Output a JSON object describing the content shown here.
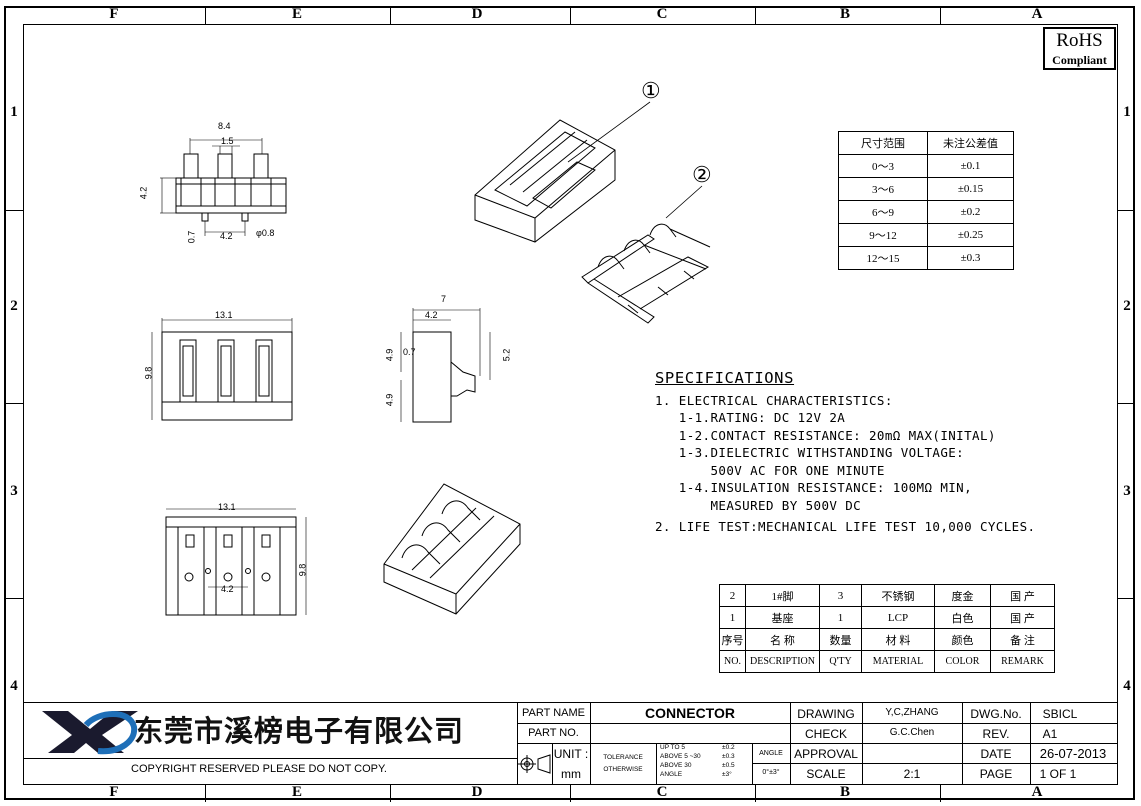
{
  "zones_top": [
    "F",
    "E",
    "D",
    "C",
    "B",
    "A"
  ],
  "zones_bottom": [
    "F",
    "E",
    "D",
    "C",
    "B",
    "A"
  ],
  "zones_left": [
    "1",
    "2",
    "3",
    "4"
  ],
  "zones_right": [
    "1",
    "2",
    "3",
    "4"
  ],
  "rohs": {
    "line1": "RoHS",
    "line2": "Compliant"
  },
  "callouts": {
    "c1": "①",
    "c2": "②"
  },
  "tolerance_table": {
    "headers": [
      "尺寸范围",
      "未注公差值"
    ],
    "rows": [
      [
        "0～3",
        "±0.1"
      ],
      [
        "3～6",
        "±0.15"
      ],
      [
        "6～9",
        "±0.2"
      ],
      [
        "9～12",
        "±0.25"
      ],
      [
        "12～15",
        "±0.3"
      ]
    ]
  },
  "dimensions": {
    "top_w": "8.4",
    "top_pitch": "1.5",
    "top_h": "4.2",
    "top_07": "0.7",
    "top_42": "4.2",
    "top_pin": "φ0.8",
    "front_w": "13.1",
    "front_h": "9.8",
    "side_7": "7",
    "side_42": "4.2",
    "side_49a": "4.9",
    "side_07": "0.7",
    "side_52": "5.2",
    "side_49b": "4.9",
    "bot_w": "13.1",
    "bot_h": "9.8",
    "bot_42": "4.2"
  },
  "specifications": {
    "title": "SPECIFICATIONS",
    "lines": [
      "1. ELECTRICAL CHARACTERISTICS:",
      "   1-1.RATING: DC 12V 2A",
      "   1-2.CONTACT RESISTANCE: 20mΩ MAX(INITAL)",
      "   1-3.DIELECTRIC WITHSTANDING VOLTAGE:",
      "       500V AC FOR ONE MINUTE",
      "   1-4.INSULATION RESISTANCE: 100MΩ MIN,",
      "       MEASURED BY 500V DC",
      "",
      "2. LIFE TEST:MECHANICAL LIFE TEST 10,000 CYCLES."
    ]
  },
  "bom": {
    "rows": [
      [
        "2",
        "1#脚",
        "3",
        "不锈钢",
        "度金",
        "国  产"
      ],
      [
        "1",
        "基座",
        "1",
        "LCP",
        "白色",
        "国  产"
      ],
      [
        "序号",
        "名  称",
        "数量",
        "材  料",
        "颜色",
        "备  注"
      ],
      [
        "NO.",
        "DESCRIPTION",
        "Q'TY",
        "MATERIAL",
        "COLOR",
        "REMARK"
      ]
    ]
  },
  "title_block": {
    "company": "东莞市溪榜电子有限公司",
    "copyright": "COPYRIGHT RESERVED PLEASE DO NOT COPY.",
    "part_name_label": "PART NAME",
    "part_name": "CONNECTOR",
    "part_no_label": "PART NO.",
    "unit_label": "UNIT :",
    "unit": "mm",
    "tolerance_label": "TOLERANCE",
    "otherwise_label": "OTHERWISE",
    "tol_lines": [
      "UP TO 5",
      "ABOVE 5 ~30",
      "ABOVE 30",
      "ANGLE"
    ],
    "tol_vals": [
      "±0.2",
      "±0.3",
      "±0.5",
      "±3°"
    ],
    "angle_label": "ANGLE",
    "angle_val": "0°±3°",
    "drawing_label": "DRAWING",
    "drawing": "Y,C,ZHANG",
    "check_label": "CHECK",
    "check": "G.C.Chen",
    "approval_label": "APPROVAL",
    "scale_label": "SCALE",
    "scale": "2:1",
    "dwg_label": "DWG.No.",
    "dwg": "SBICL",
    "rev_label": "REV.",
    "rev": "A1",
    "date_label": "DATE",
    "date": "26-07-2013",
    "page_label": "PAGE",
    "page": "1 OF 1"
  },
  "colors": {
    "logo_blue": "#1e6fb8",
    "logo_dark": "#1a1a2e",
    "company_blue": "#2a8fd8"
  }
}
